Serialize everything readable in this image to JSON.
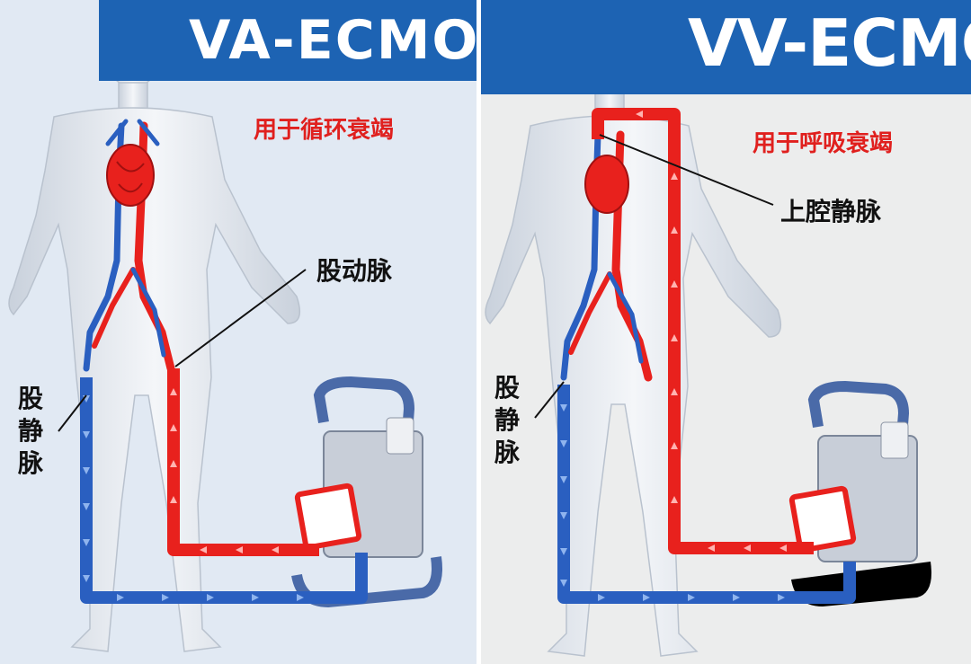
{
  "panels": [
    {
      "title": "VA-ECMO",
      "subtitle": "用于循环衰竭",
      "labels": {
        "artery": "股动脉",
        "vein": "股静脉"
      }
    },
    {
      "title": "VV-ECMO",
      "subtitle": "用于呼吸衰竭",
      "labels": {
        "svc": "上腔静脉",
        "vein": "股静脉"
      }
    }
  ],
  "colors": {
    "banner": "#1d63b3",
    "arterial_red": "#e8211d",
    "venous_blue": "#2a5fc0",
    "subtitle_red": "#e0201e"
  }
}
